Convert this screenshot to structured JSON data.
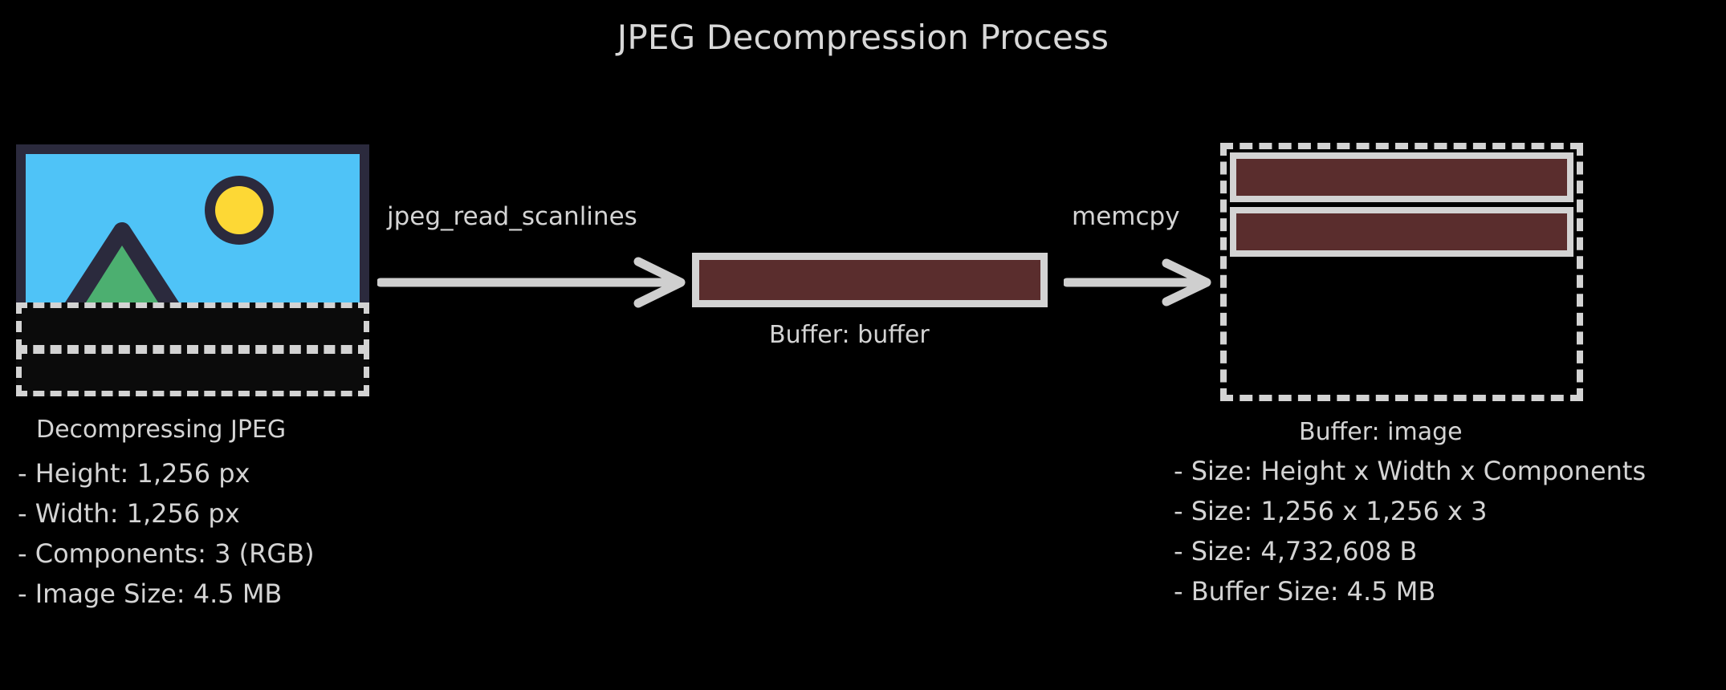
{
  "title": "JPEG Decompression Process",
  "colors": {
    "background": "#000000",
    "text": "#d4d4d4",
    "buffer_fill": "#5a2d2d",
    "buffer_border": "#d3d3d3",
    "photo_frame": "#2b2a3d",
    "sky": "#4fc3f7",
    "sun": "#fdd835",
    "mountain": "#4caf70"
  },
  "source": {
    "caption": "Decompressing JPEG",
    "icon": "image-photo-icon",
    "specs": [
      "- Height: 1,256 px",
      "- Width: 1,256 px",
      "- Components: 3 (RGB)",
      "- Image Size: 4.5 MB"
    ]
  },
  "edges": [
    {
      "label": "jpeg_read_scanlines"
    },
    {
      "label": "memcpy"
    }
  ],
  "scanline_buffer": {
    "caption": "Buffer: buffer",
    "filled_rows": 1
  },
  "image_buffer": {
    "caption": "Buffer: image",
    "filled_rows": 2,
    "specs": [
      "- Size: Height x Width x Components",
      "- Size: 1,256 x 1,256 x 3",
      "- Size: 4,732,608 B",
      "- Buffer Size: 4.5 MB"
    ]
  }
}
